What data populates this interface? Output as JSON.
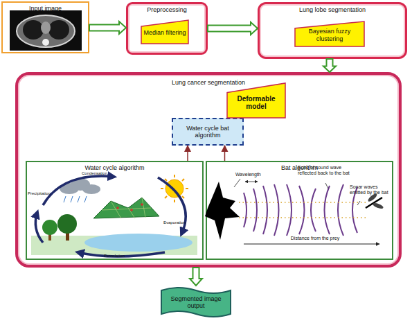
{
  "diagram": {
    "nodes": [
      {
        "text": [
          "Input image"
        ]
      },
      {
        "text": [
          "Preprocessing"
        ]
      },
      {
        "text": [
          "Median filtering"
        ],
        "in": 1
      },
      {
        "text": [
          "Lung lobe segmentation"
        ]
      },
      {
        "text": [
          "Bayesian fuzzy clustering"
        ],
        "in": 3
      },
      {
        "text": [
          "Lung cancer segmentation"
        ]
      },
      {
        "text": [
          "Deformable model"
        ],
        "in": 5
      },
      {
        "text": [
          "Water cycle bat algorithm"
        ],
        "in": 5
      },
      {
        "text": [
          "Water cycle algorithm"
        ],
        "in": 5
      },
      {
        "text": [
          "Bat algorithm"
        ],
        "in": 5
      },
      {
        "text": [
          "Segmented image output"
        ]
      }
    ],
    "edges": [
      {
        "from": 0,
        "to": 1,
        "arrow": "to"
      },
      {
        "from": 1,
        "to": 3,
        "arrow": "to"
      },
      {
        "from": 3,
        "to": 5,
        "arrow": "to"
      },
      {
        "from": 8,
        "to": 7,
        "arrow": "to"
      },
      {
        "from": 9,
        "to": 7,
        "arrow": "to"
      },
      {
        "from": 5,
        "to": 10,
        "arrow": "to"
      }
    ],
    "labels": [
      "Condensation",
      "Precipitation",
      "Evaporation",
      "Percolation",
      "Wavelength",
      "Echo of sound wave reflected back to the bat",
      "Sonar waves emitted by the bat",
      "Distance from the prey"
    ]
  }
}
